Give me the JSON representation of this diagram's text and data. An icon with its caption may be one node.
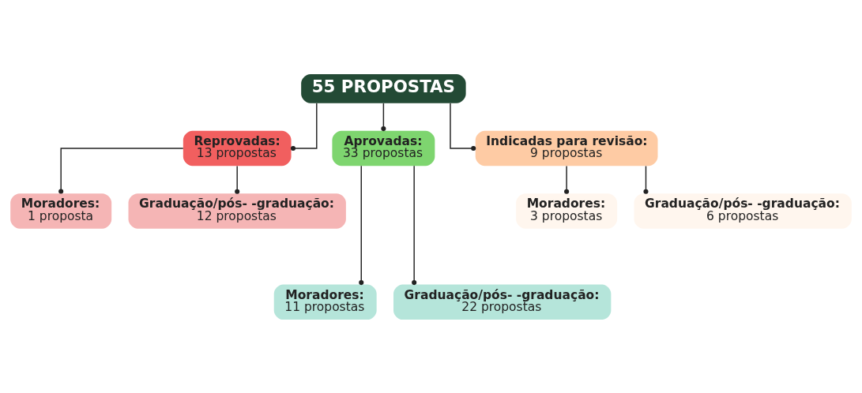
{
  "diagram": {
    "nodes": [
      {
        "text": [
          "55 PROPOSTAS"
        ]
      },
      {
        "text": [
          "Reprovadas:",
          "13 propostas"
        ]
      },
      {
        "text": [
          "Aprovadas:",
          "33 propostas"
        ]
      },
      {
        "text": [
          "Indicadas para revisão:",
          "9 propostas"
        ]
      },
      {
        "text": [
          "Moradores:",
          "1 proposta"
        ]
      },
      {
        "text": [
          "Graduação/pós- -graduação:",
          "12 propostas"
        ]
      },
      {
        "text": [
          "Moradores:",
          "3 propostas"
        ]
      },
      {
        "text": [
          "Graduação/pós- -graduação:",
          "6 propostas"
        ]
      },
      {
        "text": [
          "Moradores:",
          "11 propostas"
        ]
      },
      {
        "text": [
          "Graduação/pós- -graduação:",
          "22 propostas"
        ]
      }
    ],
    "edges": [
      {
        "from": 0,
        "to": 1,
        "arrow": "other"
      },
      {
        "from": 0,
        "to": 2,
        "arrow": "other"
      },
      {
        "from": 0,
        "to": 3,
        "arrow": "other"
      },
      {
        "from": 1,
        "to": 4,
        "arrow": "other"
      },
      {
        "from": 1,
        "to": 5,
        "arrow": "other"
      },
      {
        "from": 2,
        "to": 8,
        "arrow": "other"
      },
      {
        "from": 2,
        "to": 9,
        "arrow": "other"
      },
      {
        "from": 3,
        "to": 6,
        "arrow": "other"
      },
      {
        "from": 3,
        "to": 7,
        "arrow": "other"
      }
    ]
  }
}
